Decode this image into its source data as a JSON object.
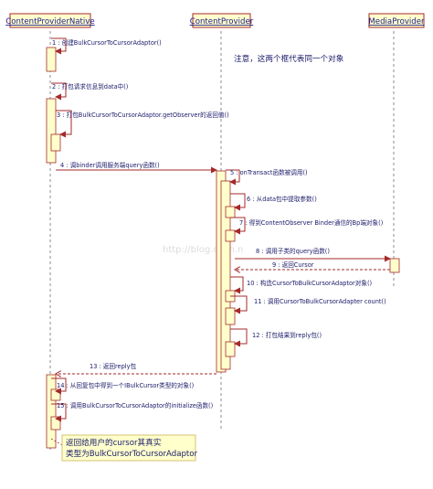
{
  "participants": [
    {
      "name": "ContentProviderNative"
    },
    {
      "name": "ContentProvider"
    },
    {
      "name": "MediaProvider"
    }
  ],
  "messages": [
    "1 : 创建BulkCursorToCursorAdaptor()",
    "2 : 打包请求信息到data中()",
    "3 : 打包BulkCursorToCursorAdaptor.getObserver的返回值()",
    "4 : 调binder调用服务端query函数()",
    "5 : onTransact函数被调用()",
    "6 : 从data包中提取参数()",
    "7 : 得到ContentObserver Binder通信的Bp端对象()",
    "8 : 调用子类的query函数()",
    "9 : 返回Cursor",
    "10 : 构造CursorToBulkCursorAdaptor对象()",
    "11 : 调用CursorToBulkCursorAdapter count()",
    "12 : 打包结果到reply包()",
    "13 : 返回reply包",
    "14 : 从回复包中得到一个IBulkCursor类型的对象()",
    "15 : 调用BulkCursorToCursorAdaptor的initialize函数()"
  ],
  "notes": {
    "top": "注意，这两个框代表同一个对象",
    "bottom_line1": "返回给用户的cursor其真实",
    "bottom_line2": "类型为BulkCursorToCursorAdaptor"
  },
  "watermark": "http://blog.csdn.n",
  "colors": {
    "header_fill": "#ffffcc",
    "header_border": "#a52a2a",
    "message_line": "#a52a2a",
    "text": "#1a1a6a",
    "activation_fill": "#ffffcc",
    "note_fill": "#ffffcc",
    "note_border": "#d4c070"
  }
}
